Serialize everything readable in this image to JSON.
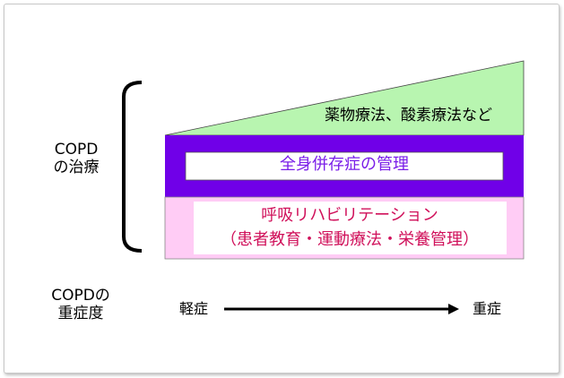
{
  "treatment_label": {
    "line1": "COPD",
    "line2": "の治療"
  },
  "severity_label": {
    "line1": "COPDの",
    "line2": "重症度"
  },
  "layers": {
    "drug_therapy": "薬物療法、酸素療法など",
    "comorbidity": "全身併存症の管理",
    "rehab_line1": "呼吸リハビリテーション",
    "rehab_line2": "（患者教育・運動療法・栄養管理）"
  },
  "axis": {
    "mild": "軽症",
    "severe": "重症"
  },
  "colors": {
    "green": "#b8f5b0",
    "purple": "#7000e8",
    "pink": "#ffccf5",
    "purple_text": "#7a1ee8",
    "rehab_text": "#d0105a"
  }
}
